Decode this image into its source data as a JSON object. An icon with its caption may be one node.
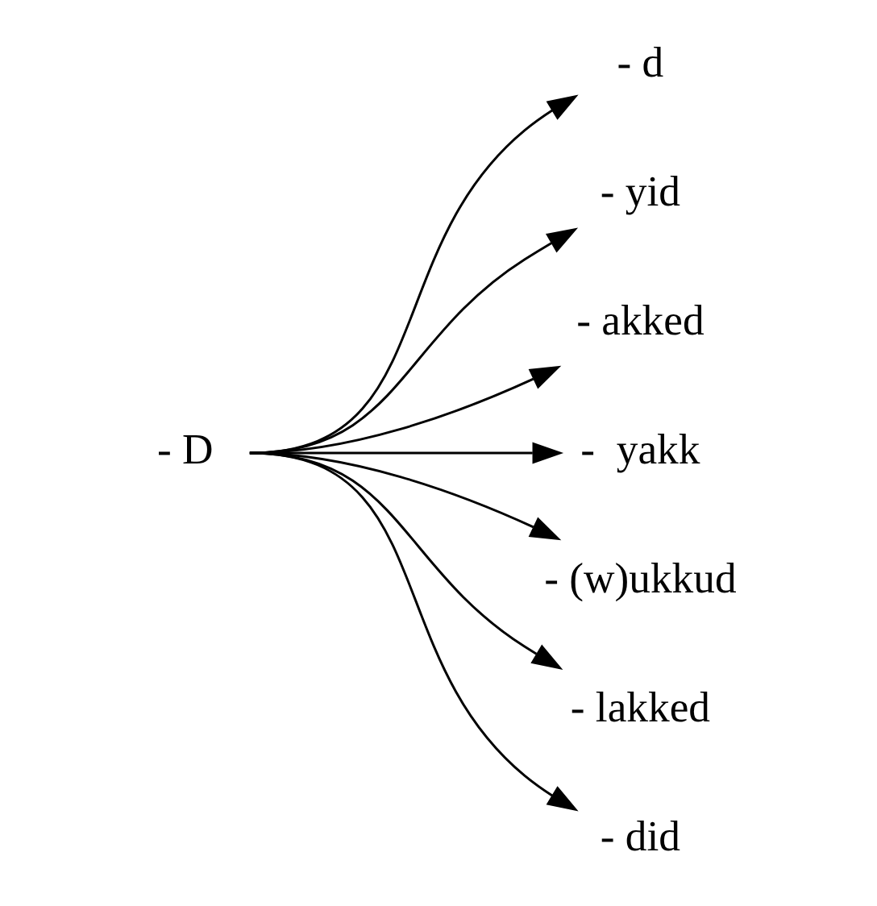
{
  "diagram": {
    "nodes": [
      {
        "text": [
          "- D"
        ]
      },
      {
        "text": [
          "- d"
        ]
      },
      {
        "text": [
          "- yid"
        ]
      },
      {
        "text": [
          "- akked"
        ]
      },
      {
        "text": [
          "-  yakk"
        ]
      },
      {
        "text": [
          "- (w)ukkud"
        ]
      },
      {
        "text": [
          "- lakked"
        ]
      },
      {
        "text": [
          "- did"
        ]
      }
    ],
    "edges": [
      {
        "from": 0,
        "to": 1,
        "arrow": "to"
      },
      {
        "from": 0,
        "to": 2,
        "arrow": "to"
      },
      {
        "from": 0,
        "to": 3,
        "arrow": "to"
      },
      {
        "from": 0,
        "to": 4,
        "arrow": "to"
      },
      {
        "from": 0,
        "to": 5,
        "arrow": "to"
      },
      {
        "from": 0,
        "to": 6,
        "arrow": "to"
      },
      {
        "from": 0,
        "to": 7,
        "arrow": "to"
      }
    ]
  }
}
